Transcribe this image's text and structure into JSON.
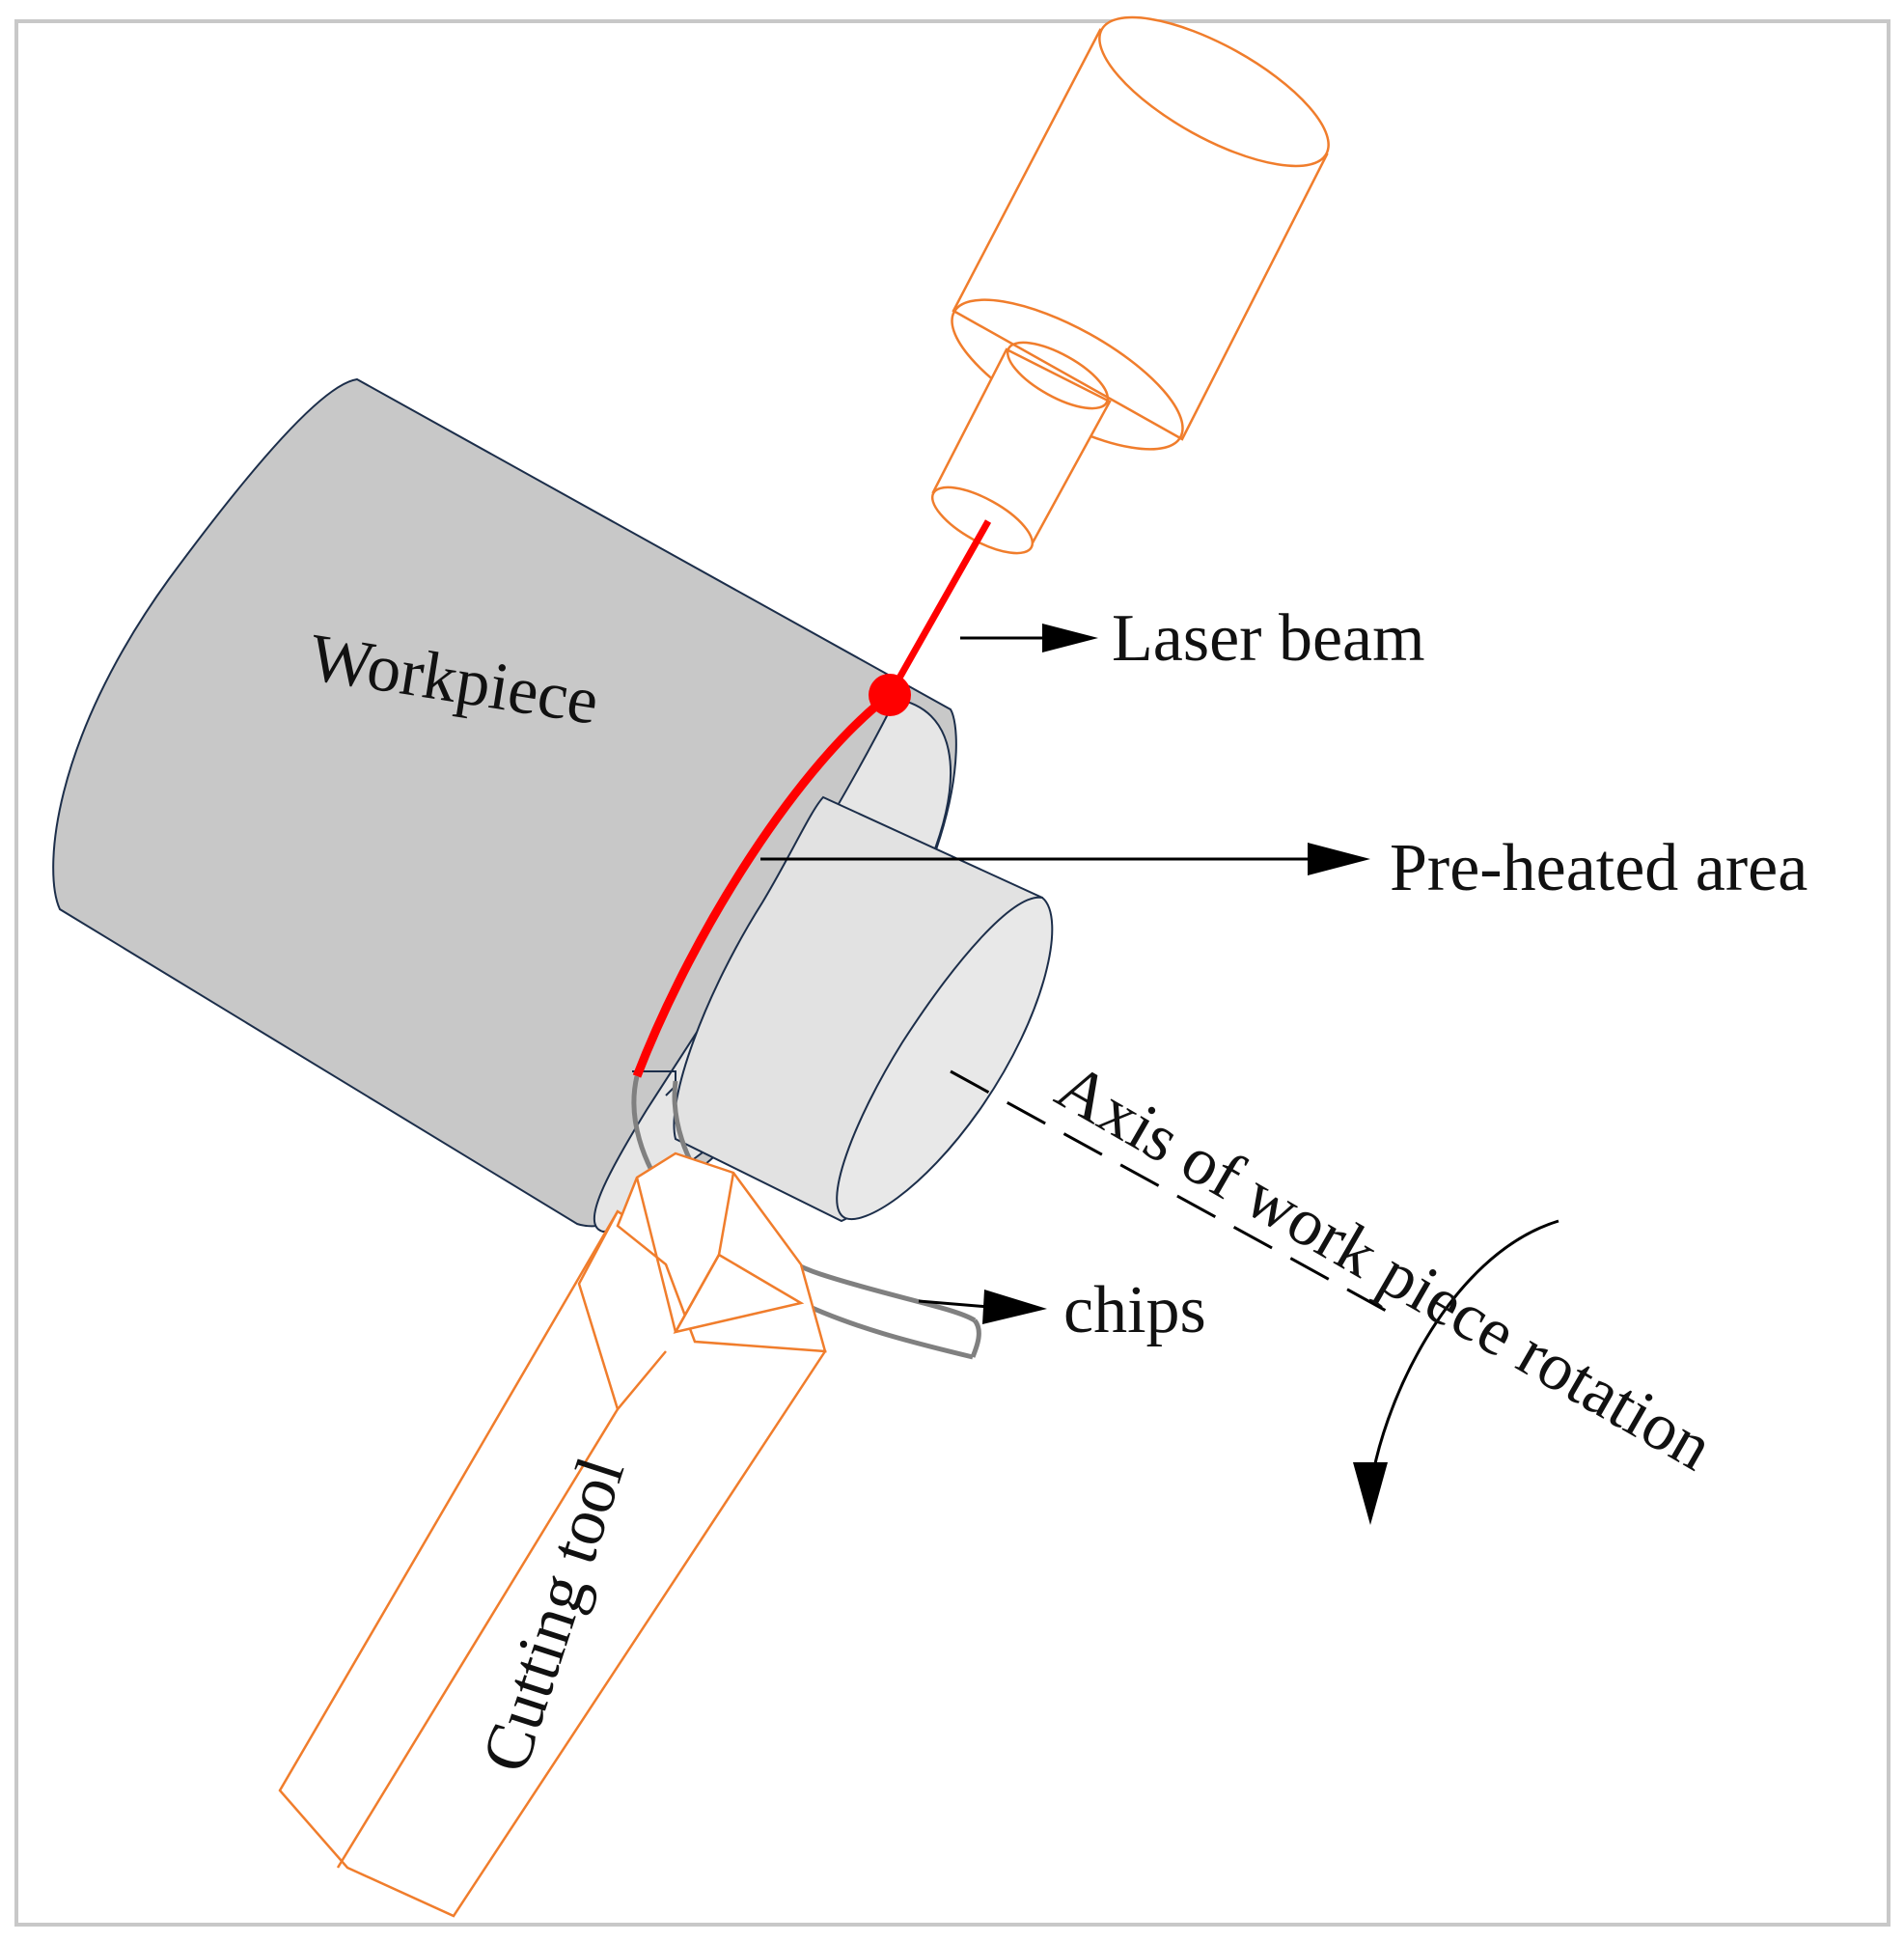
{
  "labels": {
    "workpiece": "Workpiece",
    "laser_beam": "Laser beam",
    "preheated_area": "Pre-heated area",
    "chips": "chips",
    "axis_rotation": "Axis of work piece rotation",
    "cutting_tool": "Cutting tool"
  },
  "colors": {
    "frame": "#c8c8c8",
    "workpiece_fill": "#c8c8c8",
    "workpiece_face": "#e6e6e6",
    "outline": "#1c2e4a",
    "laser_head": "#f07d2c",
    "laser_beam": "#ff0000",
    "chips": "#808080",
    "arrows": "#000000"
  }
}
